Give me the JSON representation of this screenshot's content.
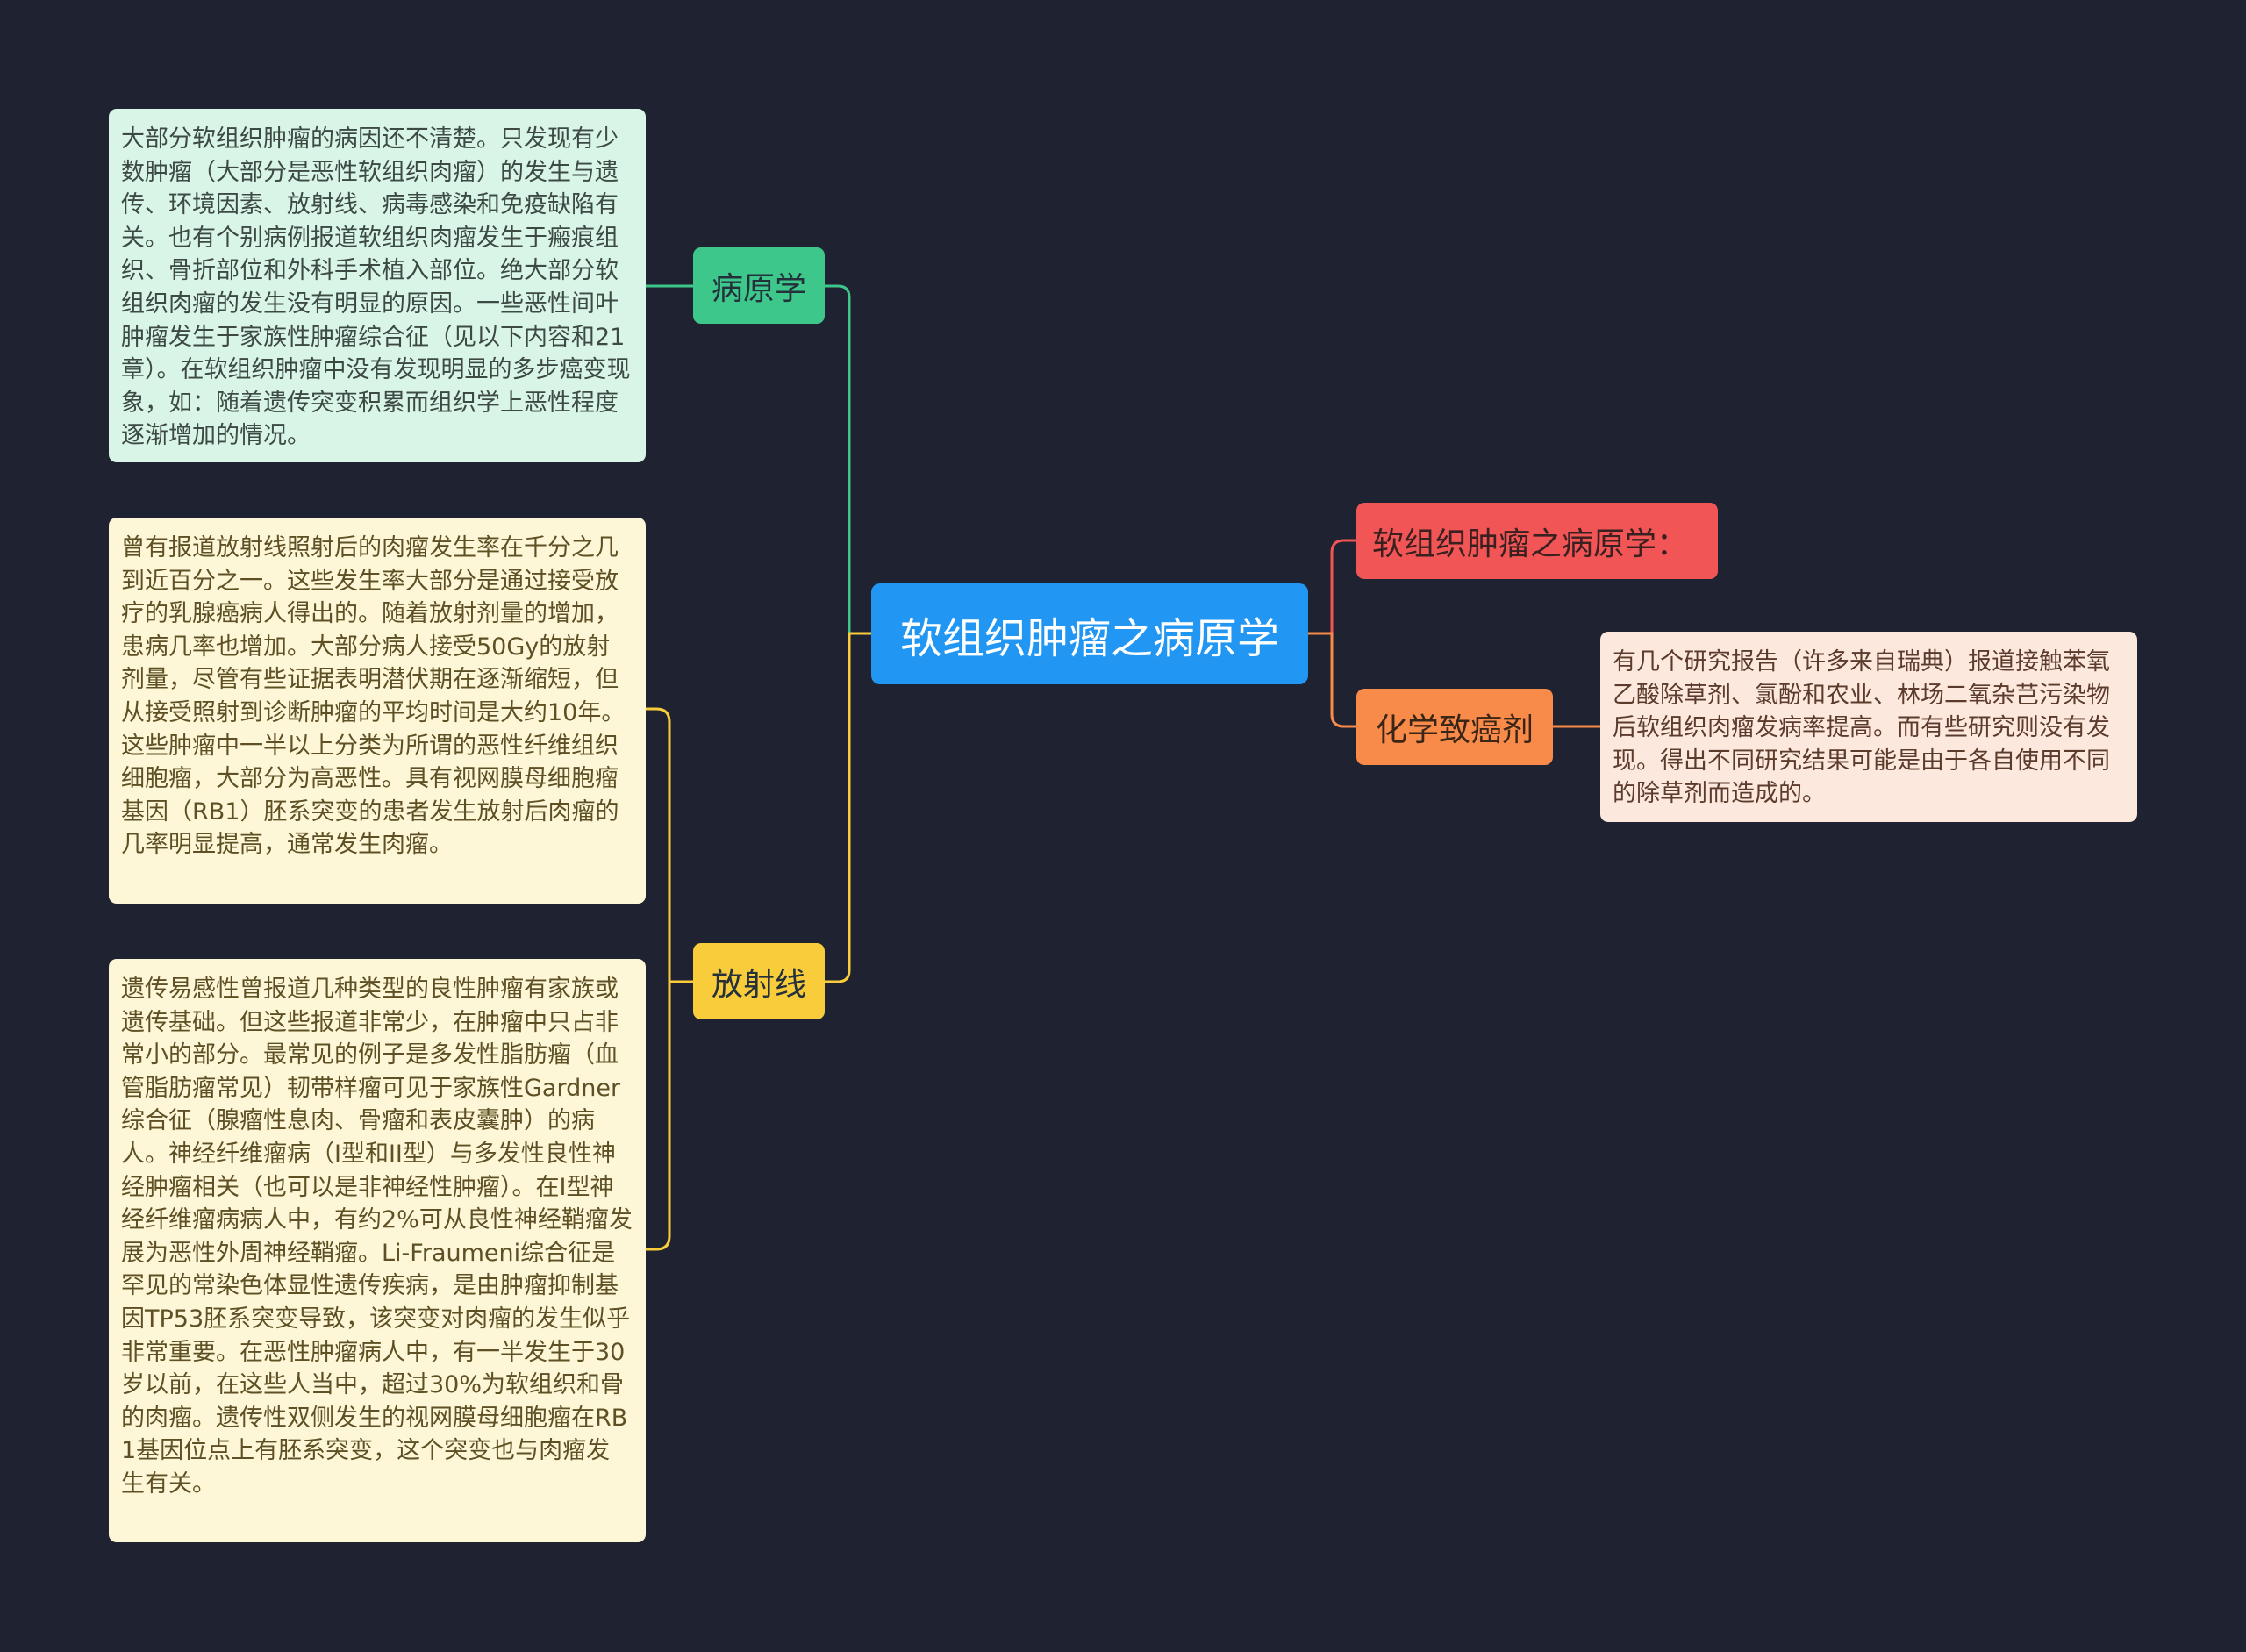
{
  "map": {
    "center": "软组织肿瘤之病原学",
    "branches": {
      "etiology": {
        "label": "病原学",
        "color": "#3ec78a",
        "note": "大部分软组织肿瘤的病因还不清楚。只发现有少数肿瘤（大部分是恶性软组织肉瘤）的发生与遗传、环境因素、放射线、病毒感染和免疫缺陷有关。也有个别病例报道软组织肉瘤发生于瘢痕组织、骨折部位和外科手术植入部位。绝大部分软组织肉瘤的发生没有明显的原因。一些恶性间叶肿瘤发生于家族性肿瘤综合征（见以下内容和21章）。在软组织肿瘤中没有发现明显的多步癌变现象，如：随着遗传突变积累而组织学上恶性程度逐渐增加的情况。"
      },
      "radiation": {
        "label": "放射线",
        "color": "#f8cc3b",
        "notes": [
          "曾有报道放射线照射后的肉瘤发生率在千分之几到近百分之一。这些发生率大部分是通过接受放疗的乳腺癌病人得出的。随着放射剂量的增加，患病几率也增加。大部分病人接受50Gy的放射剂量，尽管有些证据表明潜伏期在逐渐缩短，但从接受照射到诊断肿瘤的平均时间是大约10年。这些肿瘤中一半以上分类为所谓的恶性纤维组织细胞瘤，大部分为高恶性。具有视网膜母细胞瘤基因（RB1）胚系突变的患者发生放射后肉瘤的几率明显提高，通常发生肉瘤。",
          "遗传易感性曾报道几种类型的良性肿瘤有家族或遗传基础。但这些报道非常少，在肿瘤中只占非常小的部分。最常见的例子是多发性脂肪瘤（血管脂肪瘤常见）韧带样瘤可见于家族性Gardner综合征（腺瘤性息肉、骨瘤和表皮囊肿）的病人。神经纤维瘤病（I型和II型）与多发性良性神经肿瘤相关（也可以是非神经性肿瘤）。在I型神经纤维瘤病病人中，有约2%可从良性神经鞘瘤发展为恶性外周神经鞘瘤。Li-Fraumeni综合征是罕见的常染色体显性遗传疾病，是由肿瘤抑制基因TP53胚系突变导致，该突变对肉瘤的发生似乎非常重要。在恶性肿瘤病人中，有一半发生于30岁以前，在这些人当中，超过30%为软组织和骨的肉瘤。遗传性双侧发生的视网膜母细胞瘤在RB1基因位点上有胚系突变，这个突变也与肉瘤发生有关。"
        ]
      },
      "title_node": {
        "label": "软组织肿瘤之病原学：",
        "color": "#f25555"
      },
      "chemical": {
        "label": "化学致癌剂",
        "color": "#f88a4a",
        "note": "有几个研究报告（许多来自瑞典）报道接触苯氧乙酸除草剂、氯酚和农业、林场二氧杂芑污染物后软组织肉瘤发病率提高。而有些研究则没有发现。得出不同研究结果可能是由于各自使用不同的除草剂而造成的。"
      }
    }
  }
}
